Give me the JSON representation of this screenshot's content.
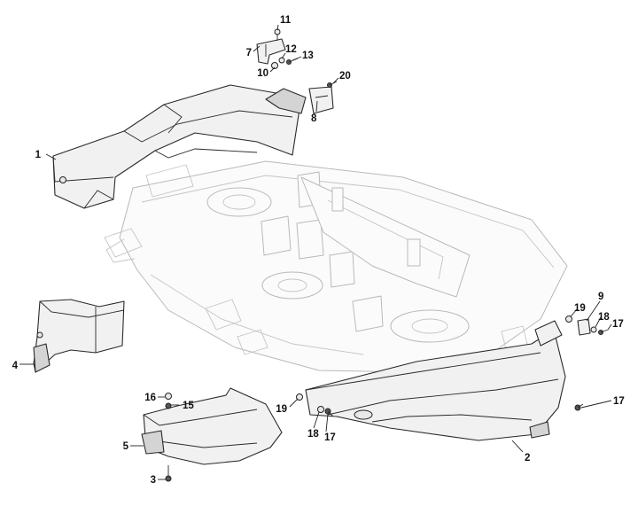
{
  "callouts": {
    "p1": "1",
    "p2": "2",
    "p3": "3",
    "p4": "4",
    "p5": "5",
    "p7": "7",
    "p8": "8",
    "p9": "9",
    "p10": "10",
    "p11": "11",
    "p12": "12",
    "p13": "13",
    "p15": "15",
    "p16": "16",
    "p17a": "17",
    "p17b": "17",
    "p17c": "17",
    "p18a": "18",
    "p18b": "18",
    "p19a": "19",
    "p19b": "19",
    "p20": "20"
  }
}
